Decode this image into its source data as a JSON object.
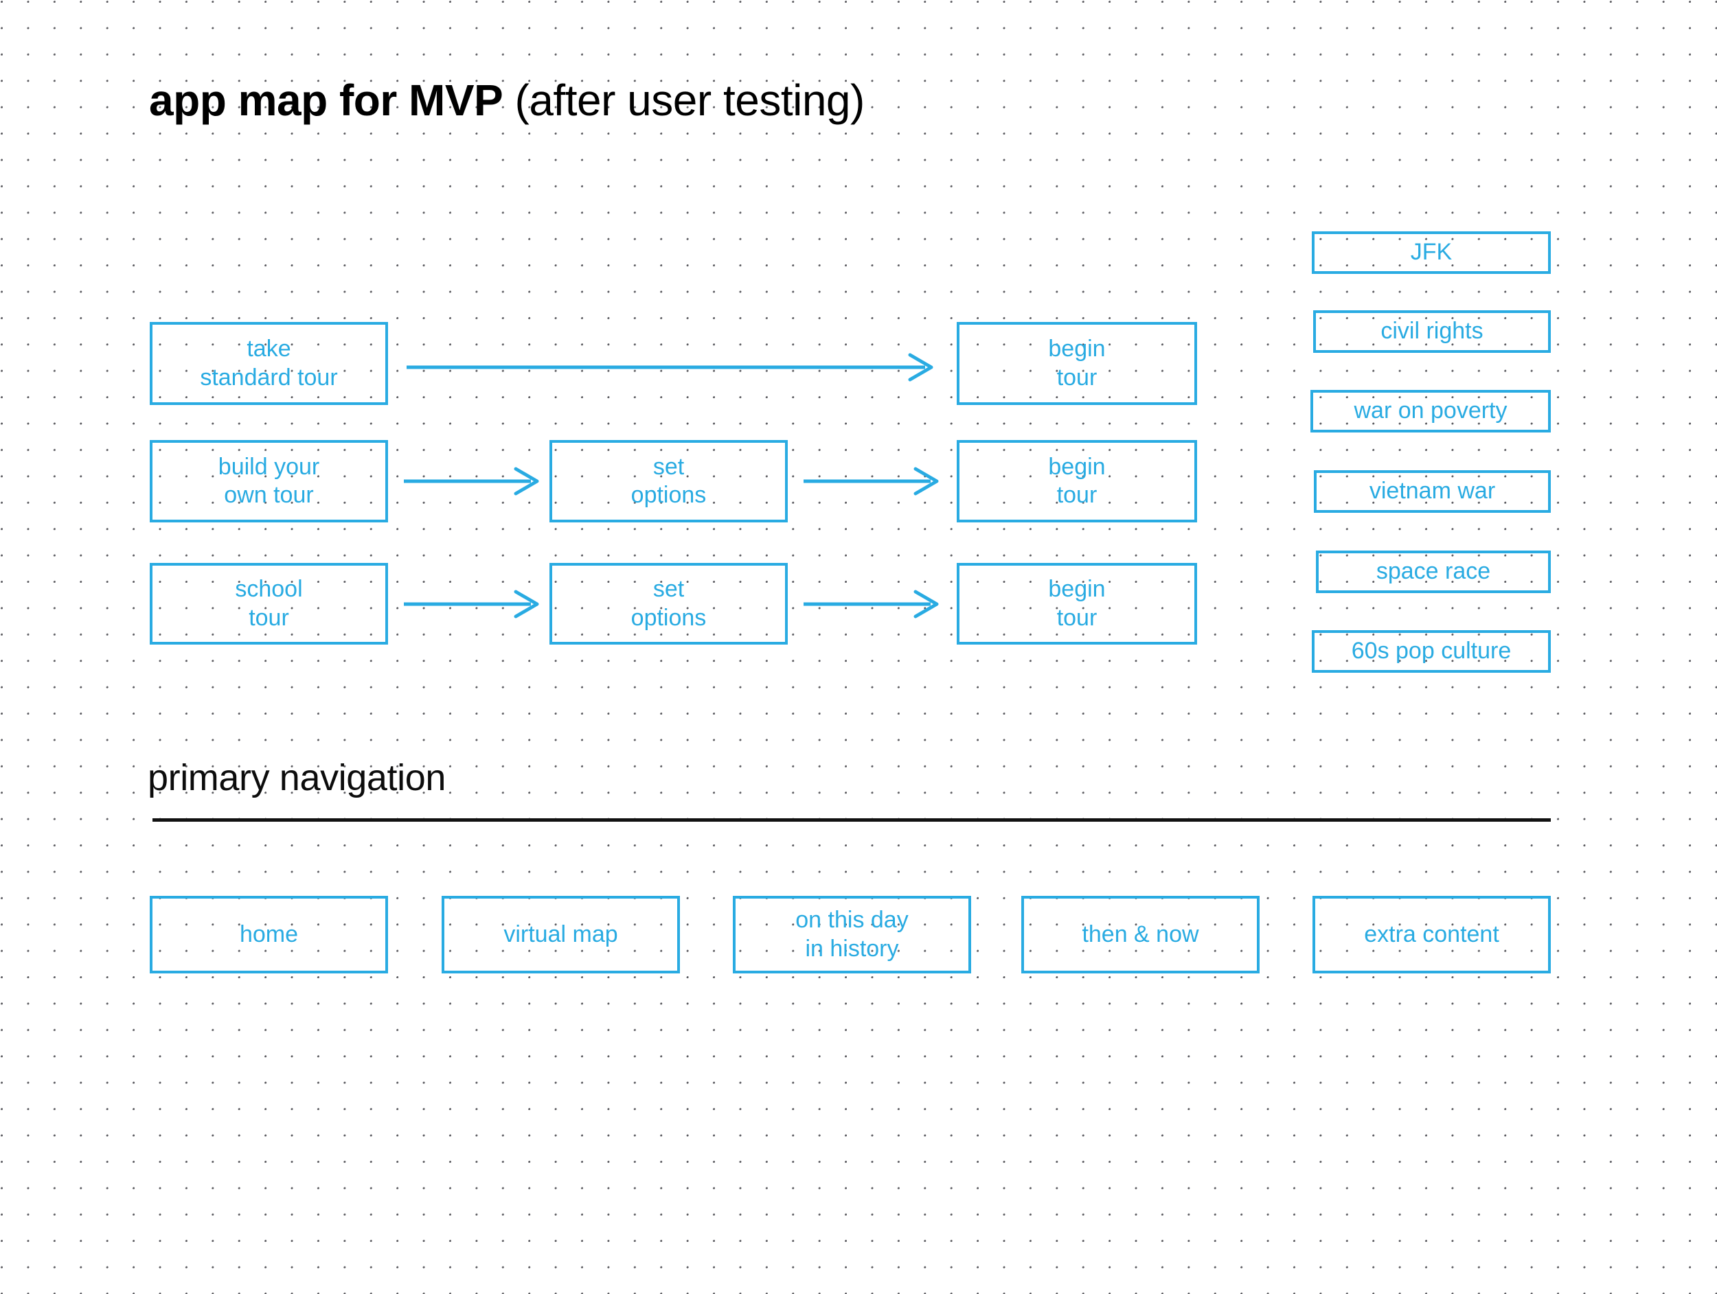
{
  "page": {
    "title_strong": "app map for MVP",
    "title_light": "(after user testing)",
    "accent_color": "#29ABE2",
    "ink_color": "#000000",
    "grid_dot_color": "#5b5b60",
    "background": "#ffffff"
  },
  "flow": {
    "rows": [
      {
        "start_label": "take\nstandard tour",
        "middle_label": "",
        "end_label": "begin\ntour",
        "has_middle": false
      },
      {
        "start_label": "build your\nown tour",
        "middle_label": "set\noptions",
        "end_label": "begin\ntour",
        "has_middle": true
      },
      {
        "start_label": "school\ntour",
        "middle_label": "set\noptions",
        "end_label": "begin\ntour",
        "has_middle": true
      }
    ]
  },
  "topics": {
    "items": [
      {
        "label": "JFK"
      },
      {
        "label": "civil rights"
      },
      {
        "label": "war on poverty"
      },
      {
        "label": "vietnam war"
      },
      {
        "label": "space race"
      },
      {
        "label": "60s pop culture"
      }
    ]
  },
  "primary_navigation": {
    "heading": "primary navigation",
    "items": [
      {
        "label": "home"
      },
      {
        "label": "virtual map"
      },
      {
        "label": "on this day\nin history"
      },
      {
        "label": "then & now"
      },
      {
        "label": "extra content"
      }
    ]
  }
}
